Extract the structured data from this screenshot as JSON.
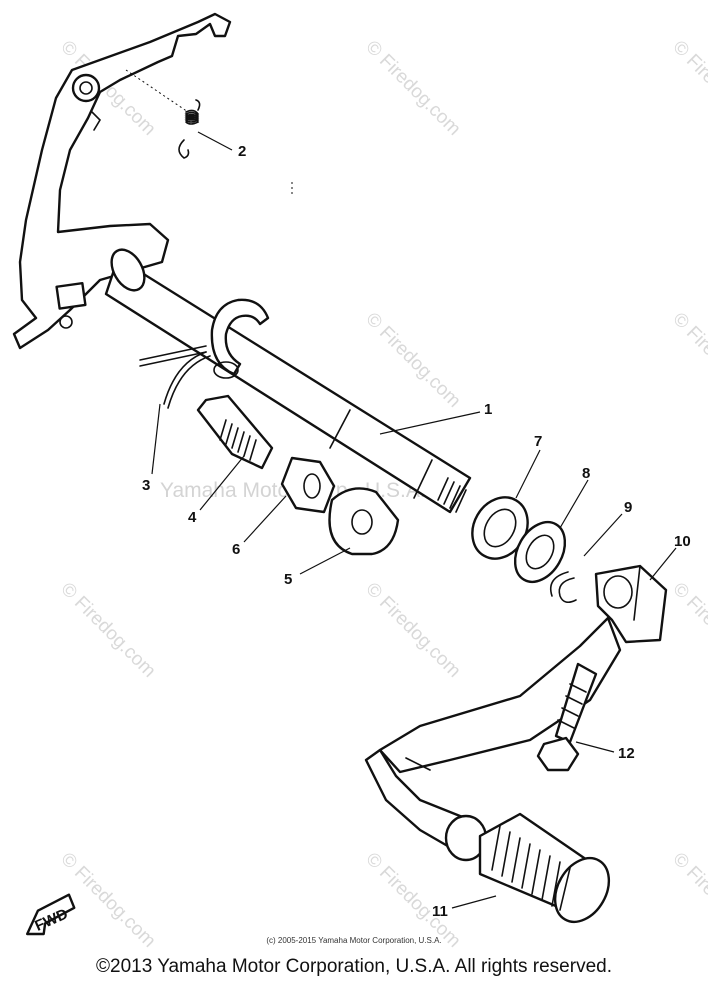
{
  "diagram": {
    "callouts": [
      {
        "id": "1",
        "label": "1"
      },
      {
        "id": "2",
        "label": "2"
      },
      {
        "id": "3",
        "label": "3"
      },
      {
        "id": "4",
        "label": "4"
      },
      {
        "id": "5",
        "label": "5"
      },
      {
        "id": "6",
        "label": "6"
      },
      {
        "id": "7",
        "label": "7"
      },
      {
        "id": "8",
        "label": "8"
      },
      {
        "id": "9",
        "label": "9"
      },
      {
        "id": "10",
        "label": "10"
      },
      {
        "id": "11",
        "label": "11"
      },
      {
        "id": "12",
        "label": "12"
      }
    ],
    "fwd_label": "FWD",
    "watermark_site": "© Firedog.com",
    "watermark_text": "Yamaha Motor Corp., U.S.A."
  },
  "footer": {
    "small_copyright": "(c) 2005-2015 Yamaha Motor Corporation, U.S.A.",
    "copyright": "©2013 Yamaha Motor Corporation, U.S.A. All rights reserved."
  }
}
